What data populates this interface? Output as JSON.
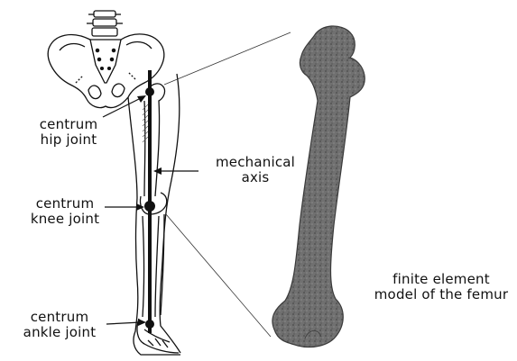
{
  "labels": {
    "hip": {
      "line1": "centrum",
      "line2": "hip joint"
    },
    "knee": {
      "line1": "centrum",
      "line2": "knee joint"
    },
    "ankle": {
      "line1": "centrum",
      "line2": "ankle joint"
    },
    "axis": {
      "line1": "mechanical",
      "line2": "axis"
    },
    "femur": {
      "line1": "finite element",
      "line2": "model of the femur"
    }
  },
  "colors": {
    "ink": "#111111",
    "femur_fill": "#6e6e6e",
    "femur_edge": "#3a3a3a"
  }
}
